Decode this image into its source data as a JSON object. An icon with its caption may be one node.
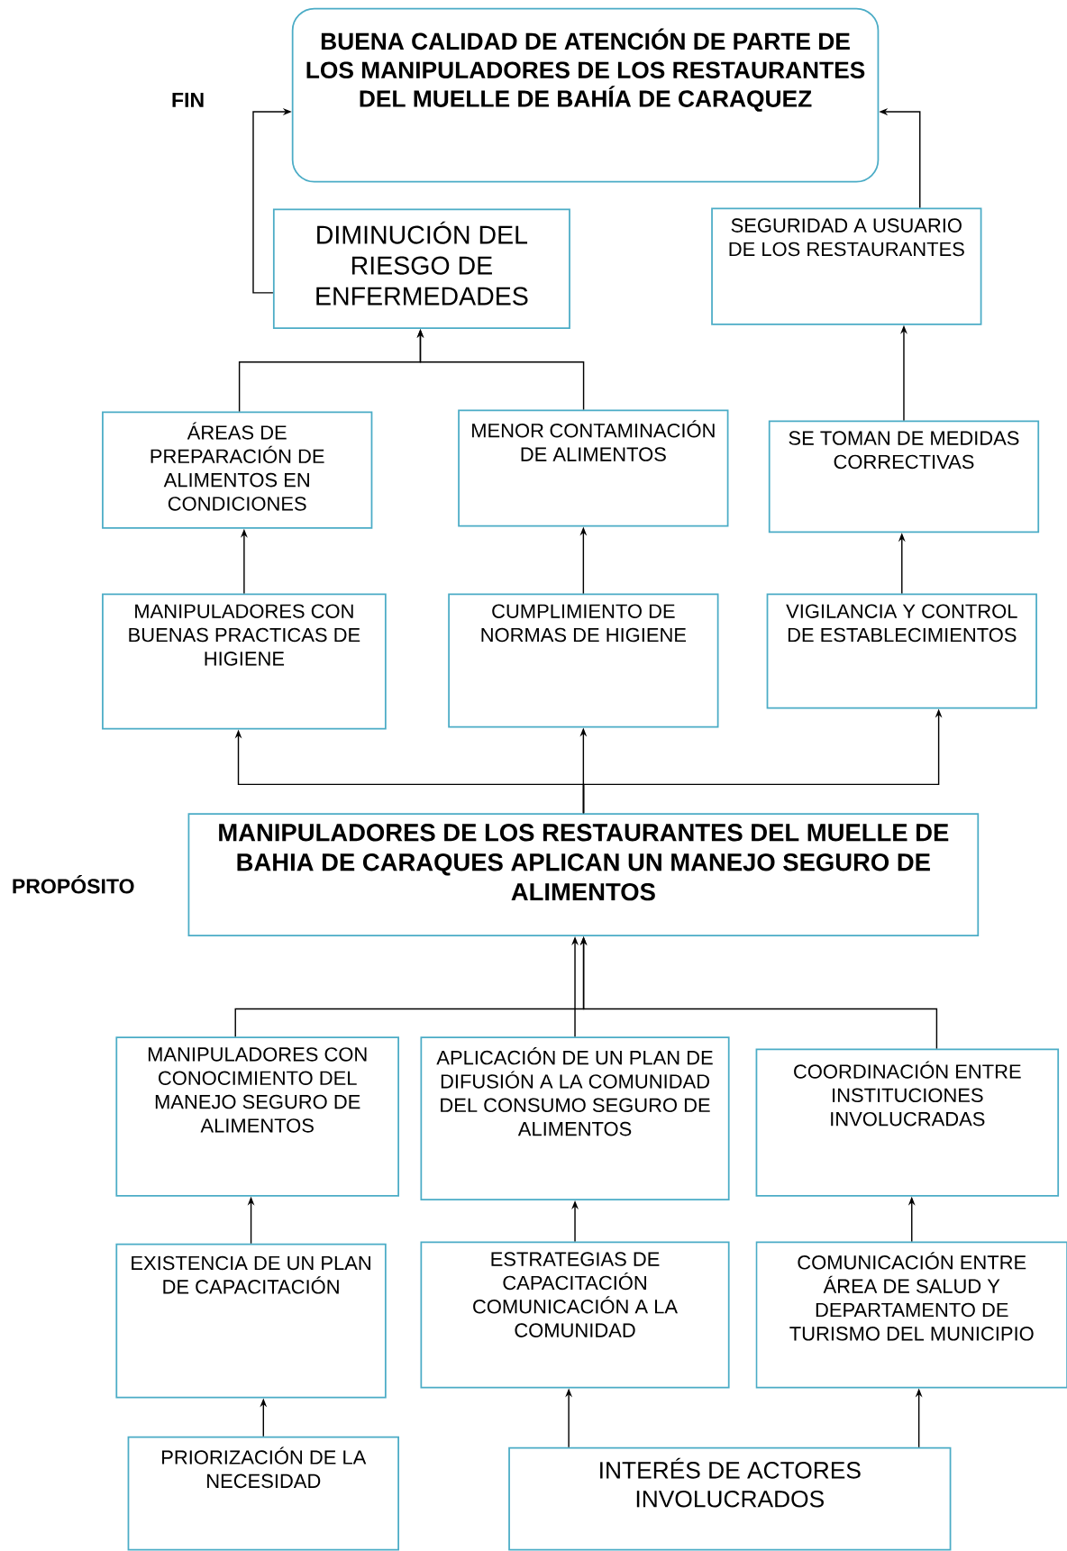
{
  "diagram": {
    "nodes": [
      {
        "text": [
          "BUENA CALIDAD DE ATENCIÓN DE PARTE DE LOS MANIPULADORES DE LOS RESTAURANTES DEL MUELLE DE BAHÍA DE CARAQUEZ"
        ]
      },
      {
        "text": [
          "DIMINUCIÓN DEL RIESGO DE ENFERMEDADES"
        ]
      },
      {
        "text": [
          "SEGURIDAD A USUARIO DE LOS RESTAURANTES"
        ]
      },
      {
        "text": [
          "ÁREAS DE PREPARACIÓN DE ALIMENTOS EN CONDICIONES"
        ]
      },
      {
        "text": [
          "MENOR CONTAMINACIÓN DE ALIMENTOS"
        ]
      },
      {
        "text": [
          "SE TOMAN DE MEDIDAS CORRECTIVAS"
        ]
      },
      {
        "text": [
          "MANIPULADORES CON BUENAS PRACTICAS DE HIGIENE"
        ]
      },
      {
        "text": [
          "CUMPLIMIENTO DE NORMAS DE HIGIENE"
        ]
      },
      {
        "text": [
          "VIGILANCIA Y CONTROL DE ESTABLECIMIENTOS"
        ]
      },
      {
        "text": [
          "MANIPULADORES DE LOS RESTAURANTES DEL MUELLE DE BAHIA DE CARAQUES APLICAN UN MANEJO SEGURO DE ALIMENTOS"
        ]
      },
      {
        "text": [
          "MANIPULADORES CON CONOCIMIENTO DEL MANEJO SEGURO DE ALIMENTOS"
        ]
      },
      {
        "text": [
          "APLICACIÓN DE UN PLAN DE DIFUSIÓN A LA COMUNIDAD DEL CONSUMO SEGURO DE ALIMENTOS"
        ]
      },
      {
        "text": [
          "COORDINACIÓN ENTRE INSTITUCIONES INVOLUCRADAS"
        ]
      },
      {
        "text": [
          "EXISTENCIA DE UN PLAN DE CAPACITACIÓN"
        ]
      },
      {
        "text": [
          "ESTRATEGIAS DE CAPACITACIÓN COMUNICACIÓN A LA COMUNIDAD"
        ]
      },
      {
        "text": [
          "COMUNICACIÓN ENTRE ÁREA DE SALUD Y DEPARTAMENTO DE TURISMO DEL MUNICIPIO"
        ]
      },
      {
        "text": [
          "PRIORIZACIÓN DE LA NECESIDAD"
        ]
      },
      {
        "text": [
          "INTERÉS DE ACTORES INVOLUCRADOS"
        ]
      }
    ],
    "edges": [
      {
        "from": 1,
        "to": 0,
        "arrow": "to"
      },
      {
        "from": 2,
        "to": 0,
        "arrow": "to"
      },
      {
        "from": 3,
        "to": 1,
        "arrow": "to"
      },
      {
        "from": 4,
        "to": 1,
        "arrow": "to"
      },
      {
        "from": 5,
        "to": 2,
        "arrow": "to"
      },
      {
        "from": 6,
        "to": 3,
        "arrow": "to"
      },
      {
        "from": 7,
        "to": 4,
        "arrow": "to"
      },
      {
        "from": 8,
        "to": 5,
        "arrow": "to"
      },
      {
        "from": 9,
        "to": 6,
        "arrow": "to"
      },
      {
        "from": 9,
        "to": 7,
        "arrow": "to"
      },
      {
        "from": 9,
        "to": 8,
        "arrow": "to"
      },
      {
        "from": 10,
        "to": 9,
        "arrow": "to"
      },
      {
        "from": 11,
        "to": 9,
        "arrow": "to"
      },
      {
        "from": 12,
        "to": 9,
        "arrow": "to"
      },
      {
        "from": 13,
        "to": 10,
        "arrow": "to"
      },
      {
        "from": 14,
        "to": 11,
        "arrow": "to"
      },
      {
        "from": 15,
        "to": 12,
        "arrow": "to"
      },
      {
        "from": 16,
        "to": 13,
        "arrow": "to"
      },
      {
        "from": 17,
        "to": 14,
        "arrow": "to"
      },
      {
        "from": 17,
        "to": 15,
        "arrow": "to"
      }
    ],
    "labels": [
      "FIN",
      "PROPÓSITO"
    ]
  }
}
